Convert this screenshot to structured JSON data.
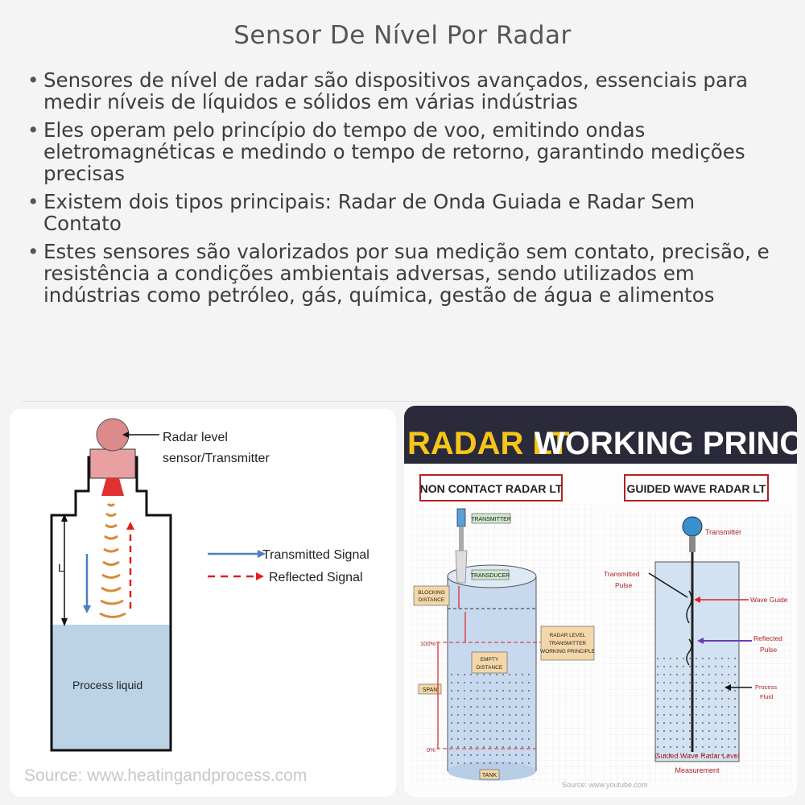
{
  "title": "Sensor De Nível Por Radar",
  "bullets": [
    "Sensores de nível de radar são dispositivos avançados, essenciais para medir níveis de líquidos e sólidos em várias indústrias",
    "Eles operam pelo princípio do tempo de voo, emitindo ondas eletromagnéticas e medindo o tempo de retorno, garantindo medições precisas",
    "Existem dois tipos principais: Radar de Onda Guiada e Radar Sem Contato",
    "Estes sensores são valorizados por sua medição sem contato, precisão, e resistência a condições ambientais adversas, sendo utilizados em indústrias como petróleo, gás, química, gestão de água e alimentos"
  ],
  "left_diagram": {
    "sensor_label_line1": "Radar level",
    "sensor_label_line2": "sensor/Transmitter",
    "distance_label": "L",
    "legend_transmitted": "Transmitted Signal",
    "legend_reflected": "Reflected Signal",
    "liquid_label": "Process liquid",
    "source": "Source: www.heatingandprocess.com",
    "colors": {
      "liquid": "#bcd3e6",
      "sensor": "#dc8a8a",
      "horn": "#e03030",
      "transmitted": "#4a7ec9",
      "reflected": "#e02020",
      "wave": "#d98a3a"
    }
  },
  "right_diagram": {
    "banner_part1": "RADAR LT",
    "banner_part2": "WORKING PRINCIPLE",
    "non_contact_title": "NON CONTACT RADAR LT",
    "guided_title": "GUIDED WAVE RADAR LT",
    "nc_labels": {
      "transmitter": "TRANSMITTER",
      "transducer": "TRANSDUCER",
      "blocking_line1": "BLOCKING",
      "blocking_line2": "DISTANCE",
      "pct100": "100%",
      "empty_line1": "EMPTY",
      "empty_line2": "DISTANCE",
      "span": "SPAN",
      "pct0": "0%",
      "tank": "TANK",
      "principle_line1": "RADAR LEVEL",
      "principle_line2": "TRANSMITTER",
      "principle_line3": "WORKING PRINCIPLE"
    },
    "gw_labels": {
      "transmitter": "Transmitter",
      "transmitted_line1": "Transmitted",
      "transmitted_line2": "Pulse",
      "wave_guide": "Wave Guide",
      "reflected_line1": "Reflected",
      "reflected_line2": "Pulse",
      "process_line1": "Process",
      "process_line2": "Fluid",
      "caption_line1": "Guided Wave Radar Level",
      "caption_line2": "Measurement"
    },
    "source": "Source: www.youtube.com",
    "colors": {
      "banner_bg": "#2a2a3a",
      "banner_yellow": "#f5c518",
      "banner_white": "#ffffff",
      "title_red": "#b22222"
    }
  }
}
